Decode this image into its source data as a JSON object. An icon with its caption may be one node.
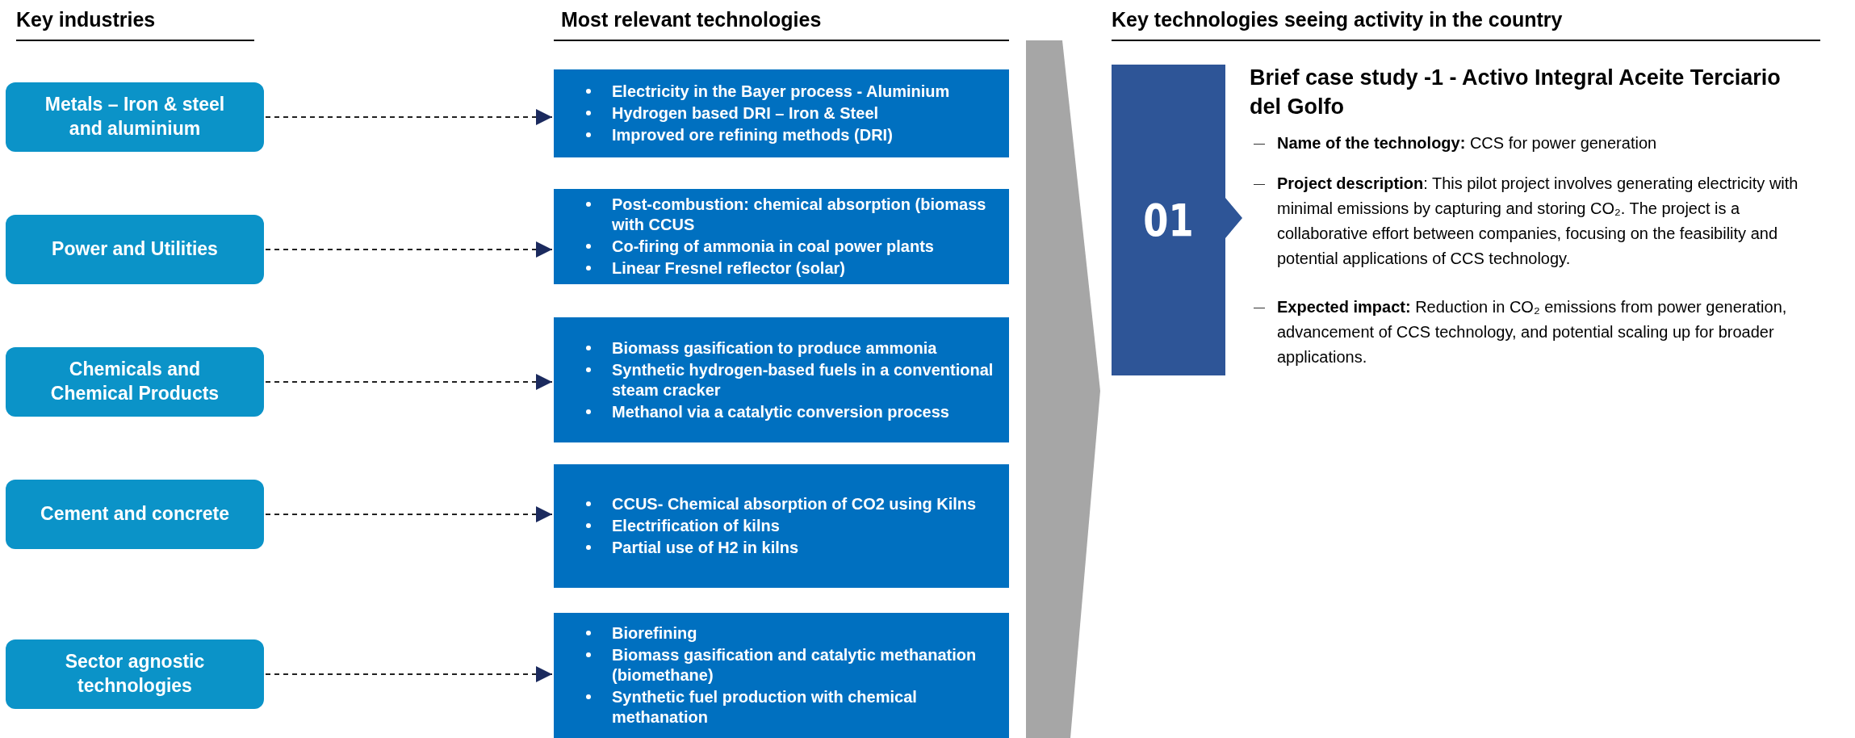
{
  "diagram": {
    "nodes": [
      {
        "text": [
          "Metals – Iron & steel and aluminium"
        ]
      },
      {
        "text": [
          "Power and Utilities"
        ]
      },
      {
        "text": [
          "Chemicals and Chemical Products"
        ]
      },
      {
        "text": [
          "Cement and concrete"
        ]
      },
      {
        "text": [
          "Sector agnostic technologies"
        ]
      },
      {
        "text": [
          "Electricity in the Bayer process -  Aluminium",
          "Hydrogen based DRI – Iron & Steel",
          "Improved ore refining methods (DRI)"
        ]
      },
      {
        "text": [
          "Post-combustion: chemical absorption (biomass with CCUS",
          "Co-firing of ammonia in coal power plants",
          "Linear Fresnel reflector (solar)"
        ]
      },
      {
        "text": [
          "Biomass gasification to produce ammonia",
          "Synthetic hydrogen-based fuels in a conventional steam cracker",
          "Methanol via a catalytic conversion process"
        ]
      },
      {
        "text": [
          "CCUS- Chemical absorption of CO2 using Kilns",
          "Electrification of kilns",
          "Partial use of H2 in kilns"
        ]
      },
      {
        "text": [
          "Biorefining",
          "Biomass gasification and catalytic methanation (biomethane)",
          "Synthetic fuel production with chemical methanation"
        ]
      },
      {
        "text": [],
        "shape": "chevron"
      },
      {
        "text": [
          "01"
        ]
      }
    ],
    "edges": [
      {
        "from": 0,
        "to": 5,
        "arrow": "to",
        "style": "dashed"
      },
      {
        "from": 1,
        "to": 6,
        "arrow": "to",
        "style": "dashed"
      },
      {
        "from": 2,
        "to": 7,
        "arrow": "to",
        "style": "dashed"
      },
      {
        "from": 3,
        "to": 8,
        "arrow": "to",
        "style": "dashed"
      },
      {
        "from": 4,
        "to": 9,
        "arrow": "to",
        "style": "dashed"
      }
    ],
    "labels": [
      "Key industries",
      "Most relevant technologies",
      "Key technologies seeing activity in the country",
      "Brief case study -1 - Activo Integral Aceite Terciario del Golfo",
      "**Name of the technology:** CCS for power generation",
      "**Project description**: This pilot project involves generating electricity with minimal emissions by capturing and storing CO₂. The project is a collaborative effort between companies, focusing on the feasibility and potential applications of CCS technology.",
      "**Expected impact:** Reduction in CO₂ emissions from power generation, advancement of CCS technology, and potential scaling up for broader applications."
    ]
  }
}
